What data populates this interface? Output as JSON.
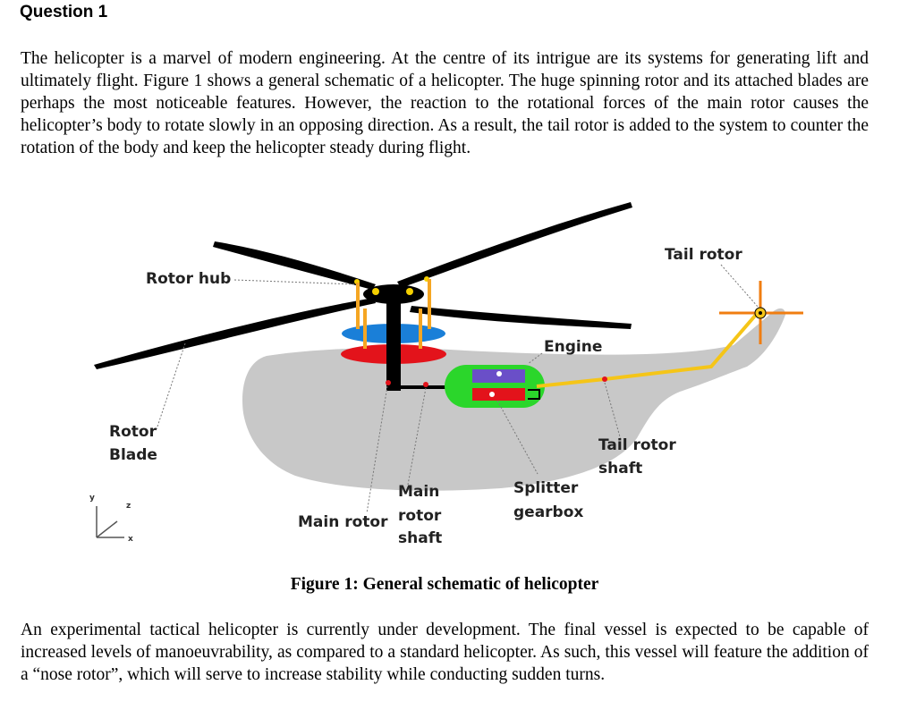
{
  "heading": "Question 1",
  "paragraph_1": "The helicopter is a marvel of modern engineering. At the centre of its intrigue are its systems for generating lift and ultimately flight. Figure 1 shows a general schematic of a helicopter. The huge spinning rotor and its attached blades are perhaps the most noticeable features. However, the reaction to the rotational forces of the main rotor causes the helicopter’s body to rotate slowly in an opposing direction. As a result, the tail rotor is added to the system to counter the rotation of the body and keep the helicopter steady during flight.",
  "figure": {
    "labels": {
      "rotor_hub": "Rotor hub",
      "tail_rotor": "Tail rotor",
      "engine": "Engine",
      "rotor_blade_1": "Rotor",
      "rotor_blade_2": "Blade",
      "tail_rotor_shaft_1": "Tail rotor",
      "tail_rotor_shaft_2": "shaft",
      "main_rotor_shaft_1": "Main",
      "main_rotor_shaft_2": "rotor",
      "main_rotor_shaft_3": "shaft",
      "splitter_gearbox_1": "Splitter",
      "splitter_gearbox_2": "gearbox",
      "main_rotor": "Main rotor"
    },
    "axes": {
      "y": "y",
      "z": "z",
      "x": "x"
    },
    "colors": {
      "body": "#c8c8c8",
      "blades": "#000000",
      "swashplate_upper": "#1a7fd8",
      "swashplate_lower": "#e3131b",
      "links": "#f5a623",
      "gearbox_housing": "#2bd62b",
      "tail_shaft": "#f5c518",
      "tail_rotor": "#f07d10"
    }
  },
  "caption": "Figure 1: General schematic of helicopter",
  "paragraph_2": "An experimental tactical helicopter is currently under development. The final vessel is expected to be capable of increased levels of manoeuvrability, as compared to a standard helicopter. As such, this vessel will feature the addition of a “nose rotor”, which will serve to increase stability while conducting sudden turns."
}
